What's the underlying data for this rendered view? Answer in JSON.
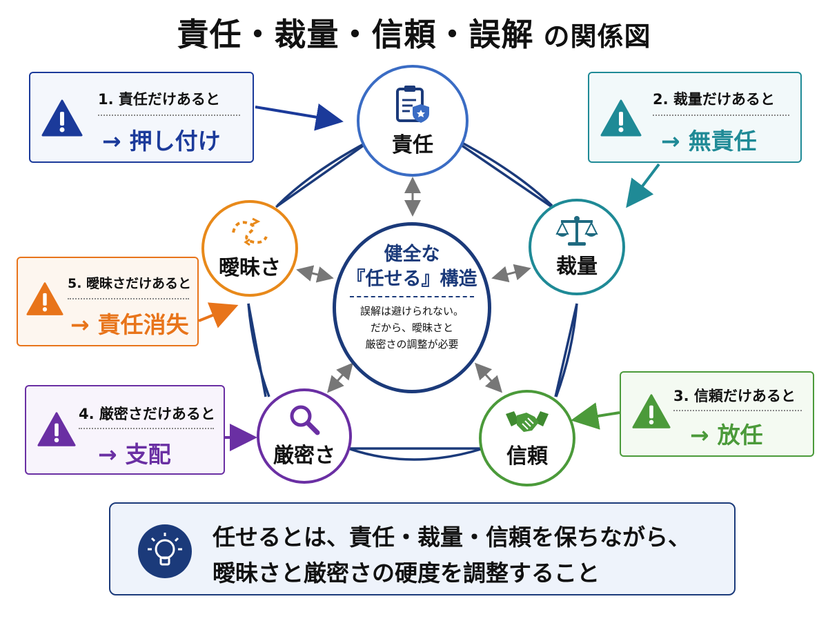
{
  "title": {
    "main": "責任・裁量・信頼・誤解",
    "suffix": "の関係図"
  },
  "center": {
    "line1": "健全な",
    "line2": "『任せる』構造",
    "desc1": "誤解は避けられない。",
    "desc2": "だから、曖昧さと",
    "desc3": "厳密さの調整が必要"
  },
  "nodes": {
    "responsibility": {
      "label": "責任",
      "icon": "clipboard-shield-icon",
      "color": "#3a6cc4"
    },
    "discretion": {
      "label": "裁量",
      "icon": "scales-icon",
      "color": "#1f8a96"
    },
    "trust": {
      "label": "信頼",
      "icon": "handshake-icon",
      "color": "#4b9a3a"
    },
    "strictness": {
      "label": "厳密さ",
      "icon": "magnifier-icon",
      "color": "#6a2fa3"
    },
    "ambiguity": {
      "label": "曖昧さ",
      "icon": "dashed-loop-icon",
      "color": "#e8891a"
    }
  },
  "warnings": [
    {
      "id": "w1",
      "heading": "1. 責任だけあると",
      "arrow": "→",
      "result": "押し付け",
      "color": "#1b3a9a"
    },
    {
      "id": "w2",
      "heading": "2. 裁量だけあると",
      "arrow": "→",
      "result": "無責任",
      "color": "#1f8a96"
    },
    {
      "id": "w3",
      "heading": "3. 信頼だけあると",
      "arrow": "→",
      "result": "放任",
      "color": "#4b9a3a"
    },
    {
      "id": "w4",
      "heading": "4. 厳密さだけあると",
      "arrow": "→",
      "result": "支配",
      "color": "#6a2fa3"
    },
    {
      "id": "w5",
      "heading": "5. 曖昧さだけあると",
      "arrow": "→",
      "result": "責任消失",
      "color": "#e8741a"
    }
  ],
  "summary": {
    "line1": "任せるとは、責任・裁量・信頼を保ちながら、",
    "line2": "曖昧さと厳密さの硬度を調整すること",
    "icon": "lightbulb-icon"
  }
}
